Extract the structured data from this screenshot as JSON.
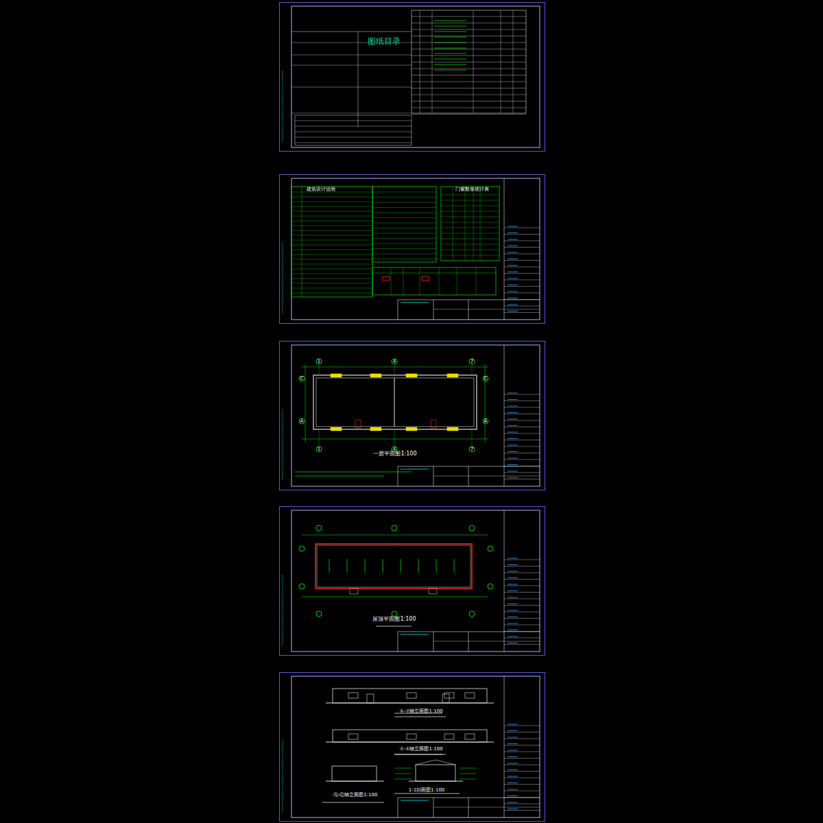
{
  "diagram": {
    "nodes": [
      {
        "text": [
          "图纸目录"
        ]
      },
      {
        "text": [
          "建筑设计说明",
          "门窗数量统计表"
        ]
      },
      {
        "text": [
          "一层平面图1:100"
        ]
      },
      {
        "text": [
          "屋顶平面图1:100"
        ]
      },
      {
        "text": [
          "①-⑦轴立面图1:100",
          "⑦-①轴立面图1:100",
          "Ⓐ-Ⓒ轴立面图1:100",
          "1-1剖面图1:100"
        ]
      }
    ],
    "labels": [
      "1",
      "4",
      "7",
      "1",
      "4",
      "7",
      "A",
      "C",
      "A",
      "C"
    ]
  }
}
